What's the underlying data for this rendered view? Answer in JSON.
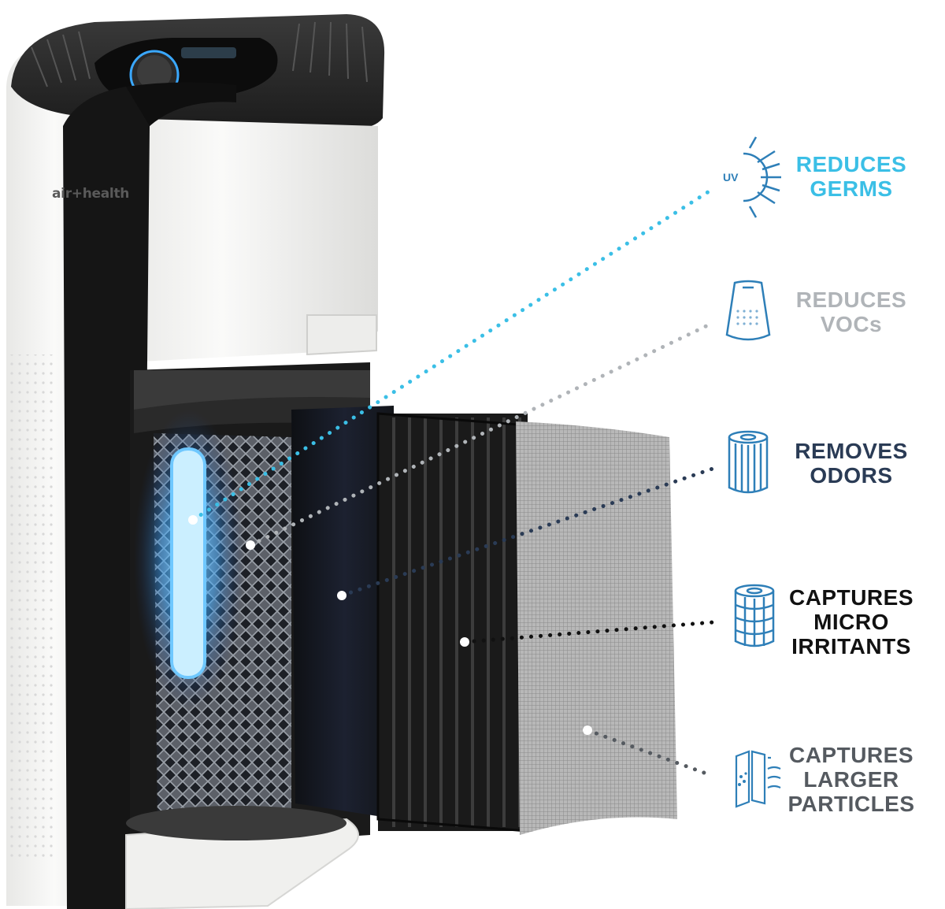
{
  "brand": {
    "logo_text": "air+health"
  },
  "features": [
    {
      "id": "germs",
      "lines": [
        "REDUCES",
        "GERMS"
      ],
      "color": "#3bbfe6",
      "icon": "uv-sun-icon",
      "icon_label": "UV"
    },
    {
      "id": "vocs",
      "lines": [
        "REDUCES",
        "VOCs"
      ],
      "color": "#b0b4b8",
      "icon": "smart-speaker-icon"
    },
    {
      "id": "odors",
      "lines": [
        "REMOVES",
        "ODORS"
      ],
      "color": "#2a3b55",
      "icon": "carbon-filter-icon"
    },
    {
      "id": "irritants",
      "lines": [
        "CAPTURES",
        "MICRO",
        "IRRITANTS"
      ],
      "color": "#111111",
      "icon": "hepa-filter-icon"
    },
    {
      "id": "particles",
      "lines": [
        "CAPTURES",
        "LARGER",
        "PARTICLES"
      ],
      "color": "#555a60",
      "icon": "pre-filter-icon"
    }
  ],
  "colors": {
    "icon_stroke": "#2e7fb8",
    "housing_black": "#141414",
    "housing_white": "#f5f5f3",
    "uv_glow": "#5cc8ff"
  }
}
